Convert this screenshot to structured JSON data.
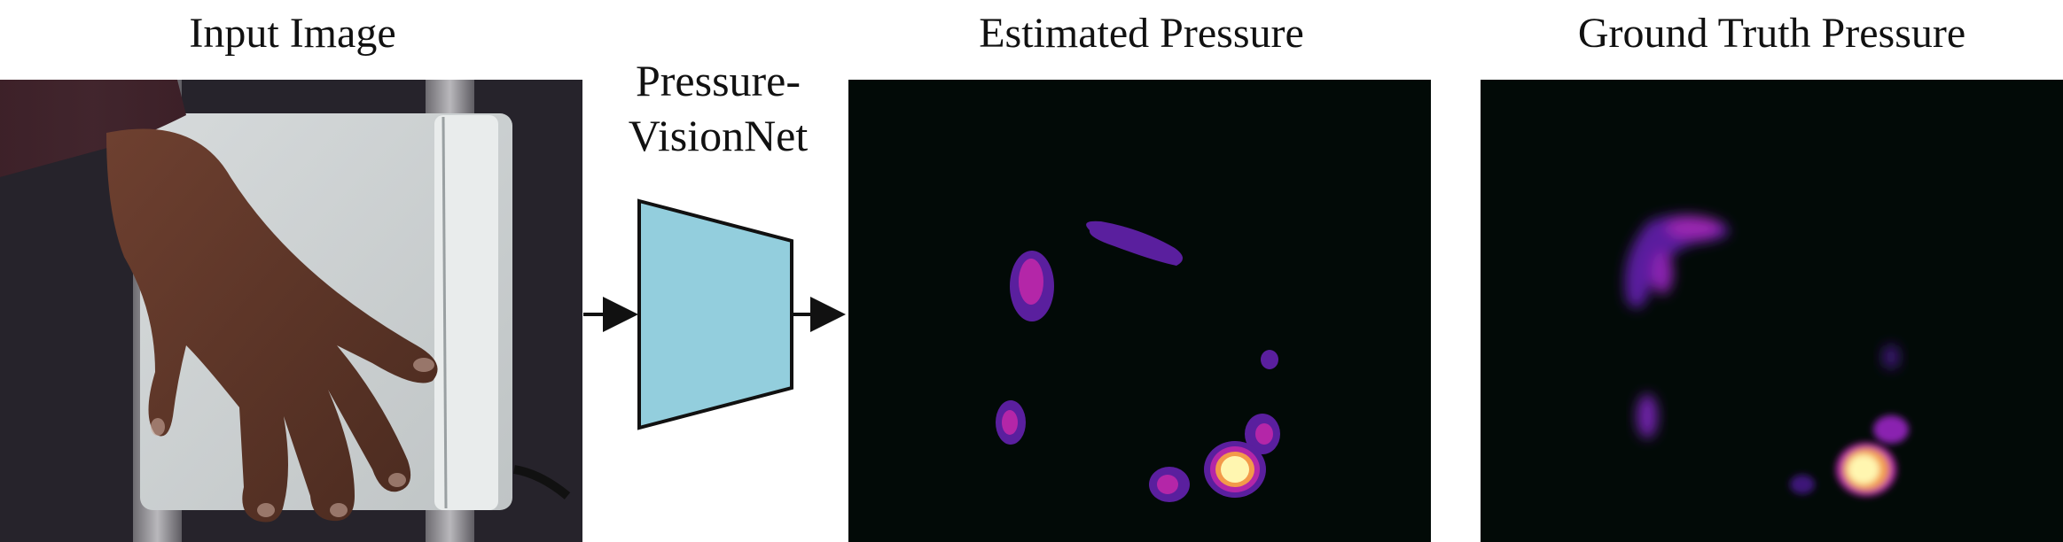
{
  "titles": {
    "input": "Input Image",
    "estimated": "Estimated Pressure",
    "ground_truth": "Ground Truth Pressure"
  },
  "network": {
    "line1": "Pressure-",
    "line2": "VisionNet",
    "color": "#93cedd"
  },
  "colors": {
    "heatmap_bg": "#020a07",
    "low": "#5a1f9e",
    "mid": "#b426a8",
    "high": "#f39a4a",
    "peak": "#fff6b0",
    "skin": "#5a3325"
  }
}
